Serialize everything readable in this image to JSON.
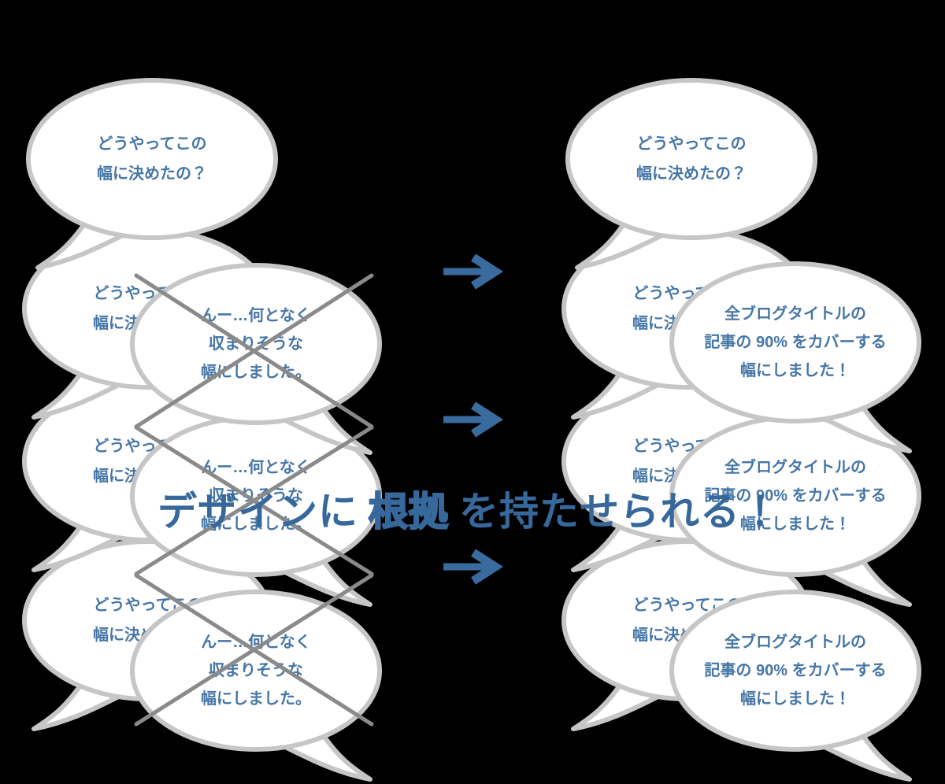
{
  "colors": {
    "background": "#000000",
    "bubble_fill": "#ffffff",
    "bubble_border": "#c6c6c6",
    "bubble_text": "#4576a6",
    "cross_gray": "#8a8a8a",
    "arrow_blue": "#3a6b9e",
    "headline_blue": "#37689b"
  },
  "bubbles": {
    "question": {
      "lines": [
        "どうやってこの",
        "幅に決めたの？"
      ]
    },
    "vague_answer": {
      "lines": [
        "んー…何となく",
        "収まりそうな",
        "幅にしました。"
      ]
    },
    "grounded_answer": {
      "lines": [
        "全ブログタイトルの",
        "記事の 90% をカバーする",
        "幅にしました！"
      ]
    }
  },
  "headline": {
    "prefix": "デザインに",
    "emphasis": "根拠",
    "suffix": "を持たせられる！"
  }
}
